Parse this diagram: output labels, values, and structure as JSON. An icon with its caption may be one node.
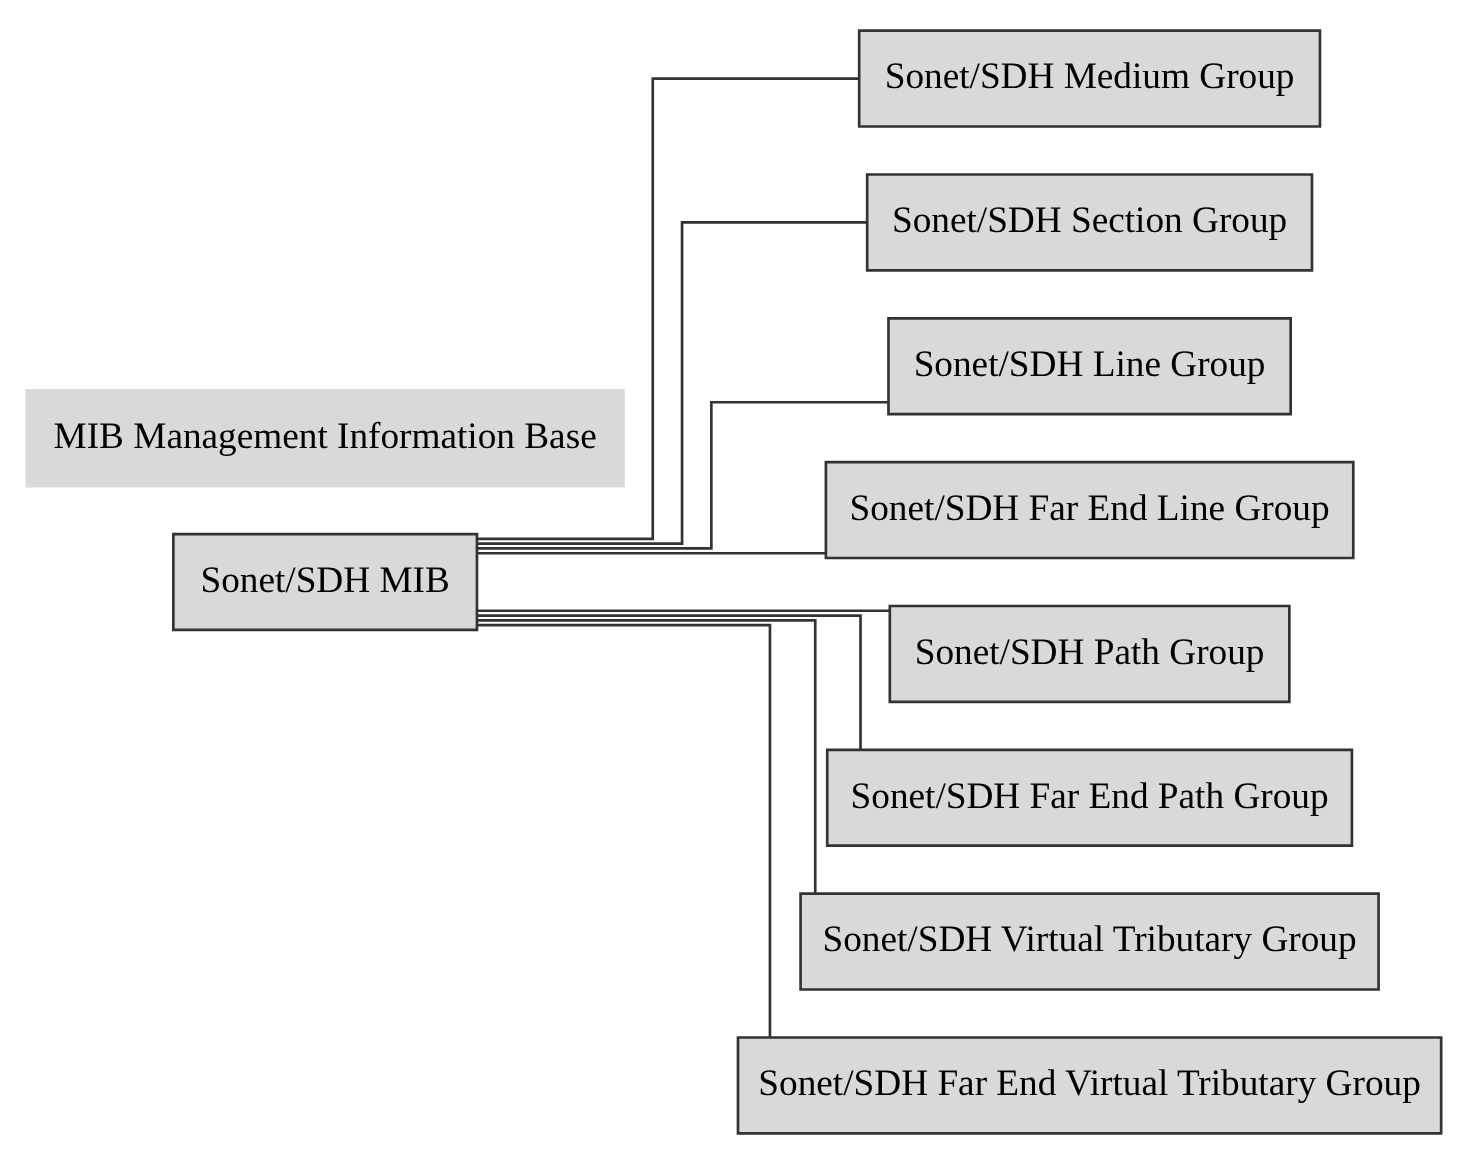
{
  "diagram": {
    "nodes": [
      {
        "text": [
          "Sonet/SDH MIB"
        ]
      },
      {
        "text": [
          "Sonet/SDH Medium Group"
        ]
      },
      {
        "text": [
          "Sonet/SDH Section Group"
        ]
      },
      {
        "text": [
          "Sonet/SDH Line Group"
        ]
      },
      {
        "text": [
          "Sonet/SDH Far End Line Group"
        ]
      },
      {
        "text": [
          "Sonet/SDH Path Group"
        ]
      },
      {
        "text": [
          "Sonet/SDH Far End Path Group"
        ]
      },
      {
        "text": [
          "Sonet/SDH Virtual Tributary Group"
        ]
      },
      {
        "text": [
          "Sonet/SDH Far End Virtual Tributary Group"
        ]
      },
      {
        "text": [
          "MIB Management Information Base"
        ]
      }
    ],
    "edges": [
      {
        "from": 0,
        "to": 1,
        "arrow": "none"
      },
      {
        "from": 0,
        "to": 2,
        "arrow": "none"
      },
      {
        "from": 0,
        "to": 3,
        "arrow": "none"
      },
      {
        "from": 0,
        "to": 4,
        "arrow": "none"
      },
      {
        "from": 0,
        "to": 5,
        "arrow": "none"
      },
      {
        "from": 0,
        "to": 6,
        "arrow": "none"
      },
      {
        "from": 0,
        "to": 7,
        "arrow": "none"
      },
      {
        "from": 0,
        "to": 8,
        "arrow": "none"
      }
    ]
  }
}
